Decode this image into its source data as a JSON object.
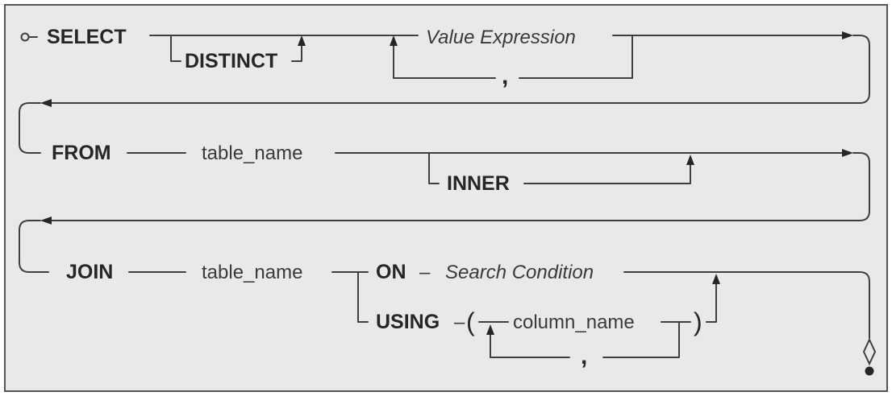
{
  "colors": {
    "background": "#ffffff",
    "panel_fill": "#e9e9ea",
    "panel_border": "#555555",
    "line": "#3f3f3f",
    "text": "#262626"
  },
  "diagram": {
    "select_keyword": "SELECT",
    "distinct_keyword": "DISTINCT",
    "value_expression": "Value Expression",
    "select_separator": ",",
    "from_keyword": "FROM",
    "from_table": "table_name",
    "inner_keyword": "INNER",
    "join_keyword": "JOIN",
    "join_table": "table_name",
    "on_keyword": "ON",
    "on_dash": "–",
    "search_condition": "Search Condition",
    "using_keyword": "USING",
    "using_dash": "–",
    "open_paren": "(",
    "column_name": "column_name",
    "close_paren": ")",
    "column_separator": ","
  },
  "icons": {
    "start": "start-circle-icon",
    "end_diamond": "end-diamond-icon",
    "end_dot": "end-dot-icon"
  }
}
